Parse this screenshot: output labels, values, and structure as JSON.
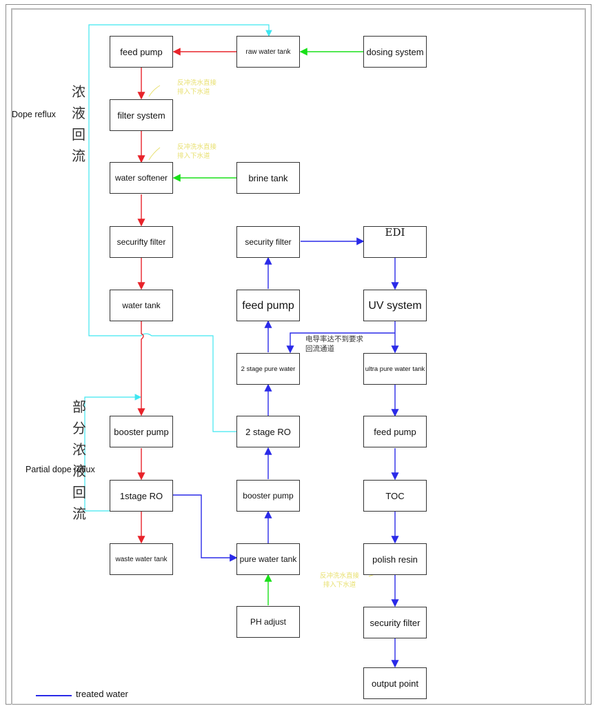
{
  "nodes": {
    "feed_pump_1": "feed pump",
    "raw_water_tank": "raw water tank",
    "dosing_system": "dosing system",
    "filter_system": "filter system",
    "water_softener": "water softener",
    "brine_tank": "brine tank",
    "security_filter_1": "securifty filter",
    "water_tank": "water tank",
    "booster_pump_1": "booster pump",
    "ro_stage_1": "1stage RO",
    "waste_water_tank": "waste water tank",
    "pure_water_tank": "pure water tank",
    "ph_adjust": "PH adjust",
    "booster_pump_2": "booster pump",
    "ro_stage_2": "2 stage RO",
    "stage2_pure_water": "2 stage pure water",
    "feed_pump_2": "feed pump",
    "security_filter_2": "security filter",
    "edi": "EDI",
    "uv_system": "UV system",
    "ultra_pure_water_tank": "ultra pure water tank",
    "feed_pump_3": "feed pump",
    "toc": "TOC",
    "polish_resin": "polish resin",
    "security_filter_3": "security filter",
    "output_point": "output point"
  },
  "labels": {
    "dope_reflux": "Dope reflux",
    "dope_reflux_cn": "浓液回流",
    "partial_dope_reflux": "Partial dope reflux",
    "partial_dope_reflux_cn": "部分浓液回流",
    "backwash_note_line1": "反冲洗水直接",
    "backwash_note_line2": "排入下水道",
    "recirc_line1": "电导率达不到要求",
    "recirc_line2": "回流通道"
  },
  "legend": {
    "treated_water": "treated water"
  },
  "colors": {
    "red_flow": "#e8232a",
    "green_flow": "#19e019",
    "blue_flow": "#2a2ae8",
    "cyan_reflux": "#3fe6f0",
    "note_yellow": "#e8e070"
  }
}
